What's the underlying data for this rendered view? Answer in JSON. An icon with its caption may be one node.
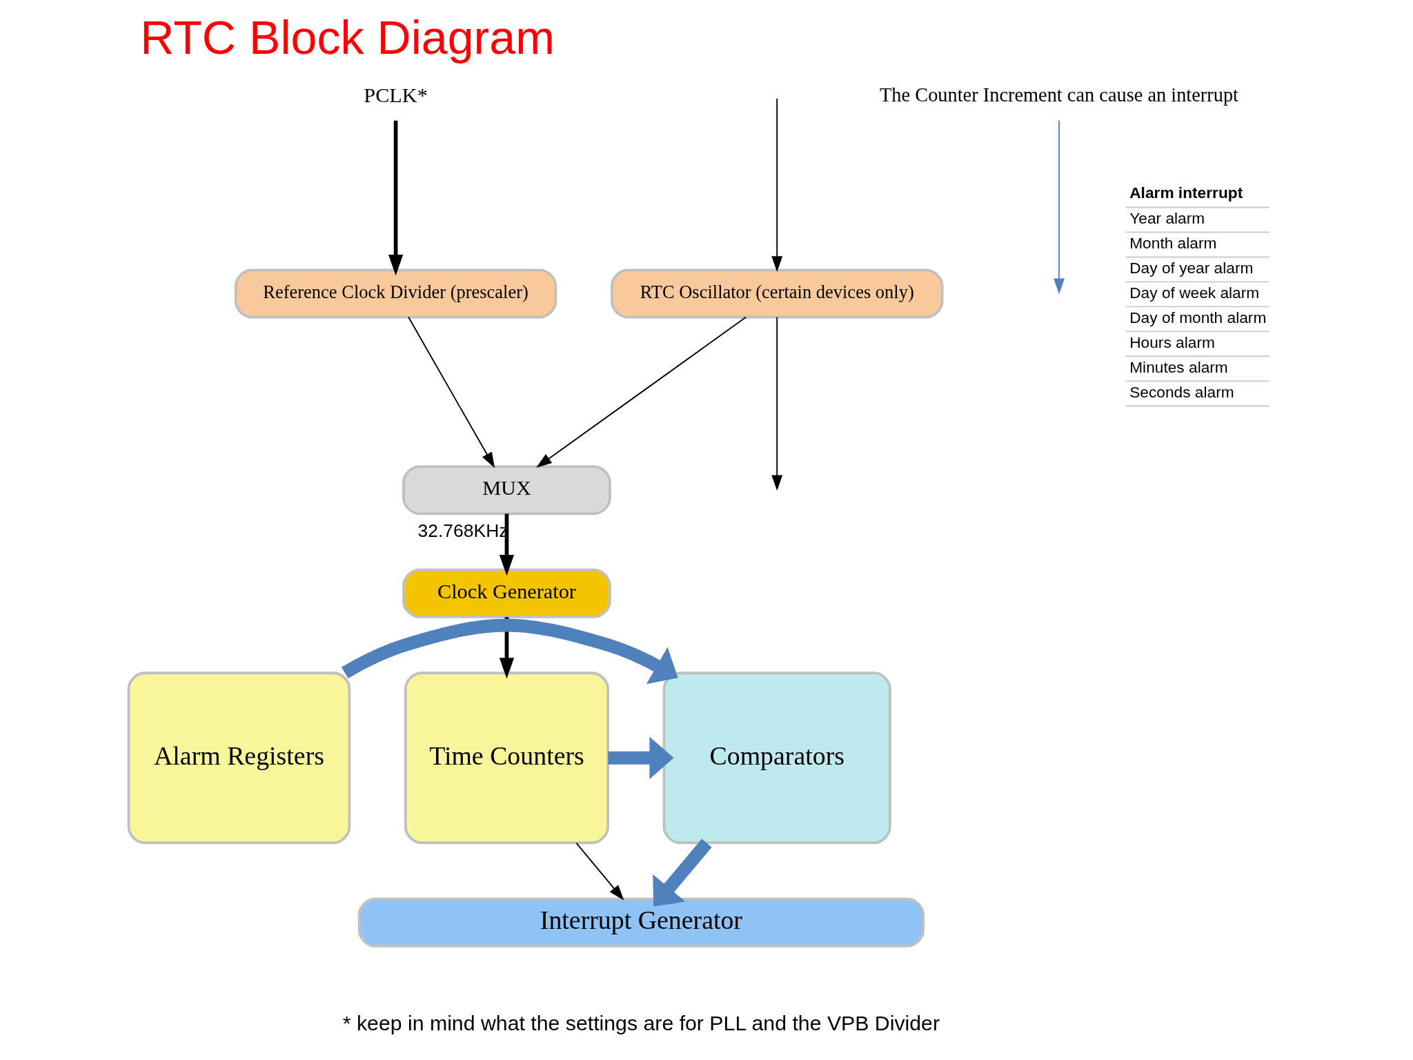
{
  "diagram": {
    "title": "RTC Block Diagram",
    "nodes": [
      {
        "text": [
          "RTC Oscillator (certain devices only)"
        ]
      },
      {
        "text": [
          "Reference Clock Divider (prescaler)"
        ]
      },
      {
        "text": [
          "PCLK*"
        ]
      },
      {
        "text": [
          "MUX"
        ]
      },
      {
        "text": [
          "Clock Generator"
        ]
      },
      {
        "text": [
          "Time Counters"
        ]
      },
      {
        "text": [
          "Comparators"
        ]
      },
      {
        "text": [
          "Alarm Registers"
        ]
      },
      {
        "text": [
          "Interrupt Generator"
        ]
      },
      {
        "text": [
          "The Counter Increment can cause an interrupt"
        ]
      }
    ],
    "edges": [
      {
        "from": 0,
        "to": null,
        "arrow": "to"
      },
      {
        "from": null,
        "to": 0,
        "arrow": "to"
      },
      {
        "from": 2,
        "to": 1,
        "arrow": "to",
        "style": "thick"
      },
      {
        "from": 0,
        "to": 3,
        "arrow": "to"
      },
      {
        "from": 1,
        "to": 3,
        "arrow": "to"
      },
      {
        "from": 3,
        "to": 4,
        "arrow": "to",
        "label": "32.768KHz",
        "style": "thick"
      },
      {
        "from": 4,
        "to": 5,
        "arrow": "to",
        "style": "thick"
      },
      {
        "from": 5,
        "to": 6,
        "arrow": "to",
        "style": "thick",
        "color": "#4f81bd"
      },
      {
        "from": 7,
        "to": 6,
        "arrow": "to",
        "style": "thick",
        "color": "#4f81bd"
      },
      {
        "from": 6,
        "to": 8,
        "arrow": "to",
        "style": "thick",
        "color": "#4f81bd"
      },
      {
        "from": 5,
        "to": 8,
        "arrow": "to"
      },
      {
        "from": 9,
        "to": null,
        "arrow": "to",
        "color": "#4f81bd"
      }
    ],
    "labels": [
      "Alarm interrupt",
      "Year alarm",
      "Month alarm",
      "Day of year alarm",
      "Day of week alarm",
      "Day of month alarm",
      "Hours alarm",
      "Minutes alarm",
      "Seconds alarm",
      "* keep in mind what the settings are for PLL and the VPB Divider"
    ]
  }
}
